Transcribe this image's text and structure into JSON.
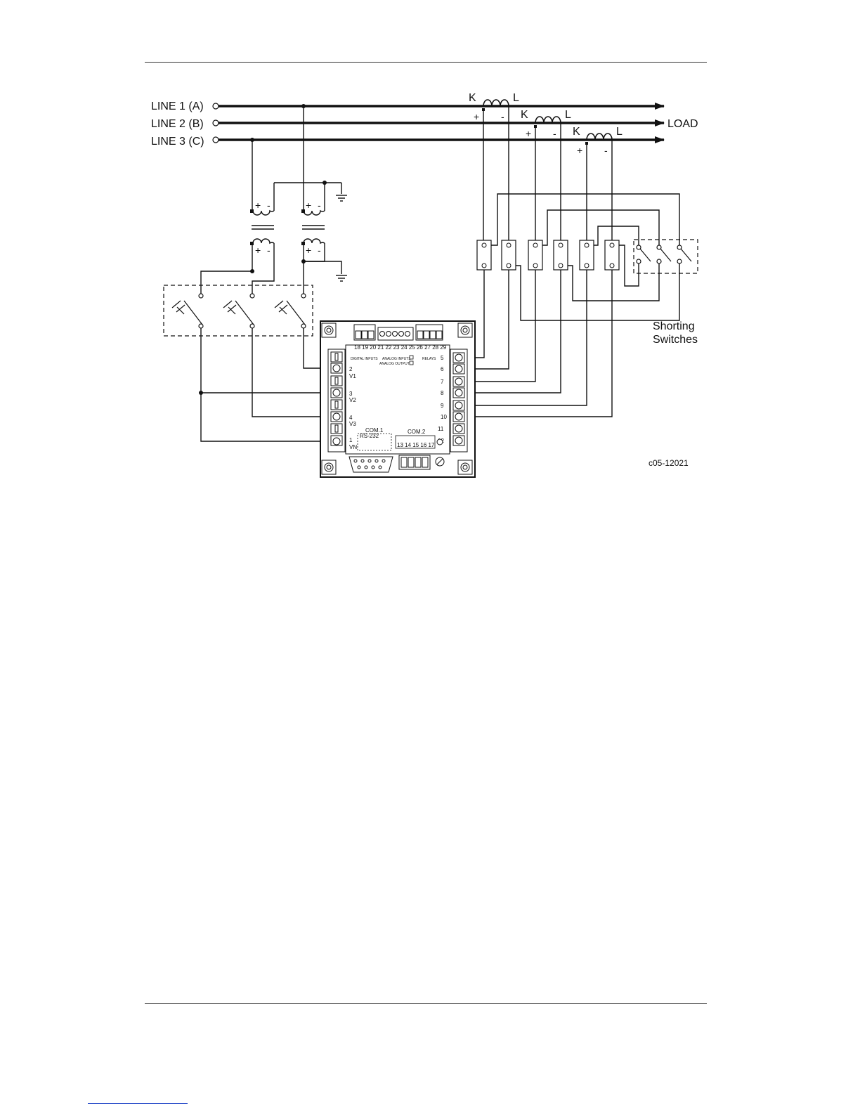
{
  "lines": [
    {
      "label": "LINE 1  (A)"
    },
    {
      "label": "LINE 2  (B)"
    },
    {
      "label": "LINE 3  (C)"
    }
  ],
  "load_label": "LOAD",
  "ct_labels": {
    "k": "K",
    "l": "L",
    "plus": "+",
    "minus": "-"
  },
  "shorting_label_1": "Shorting",
  "shorting_label_2": "Switches",
  "figure_code": "c05-12021",
  "device": {
    "top_pins": "18 19 20  21 22 23 24 25  26 27 28 29",
    "digital_inputs": "DIGITAL INPUTS",
    "analog_inputs": "ANALOG INPUTS",
    "relays": "RELAYS",
    "analog_outputs": "ANALOG OUTPUTS",
    "com1": "COM.1",
    "com1_type": "RS-232",
    "com2": "COM.2",
    "com2_pins": "13 14 15 16 17",
    "left_labels": [
      "2",
      "V1",
      "3",
      "V2",
      "4",
      "V3",
      "1",
      "VN"
    ],
    "right_labels": [
      "5",
      "6",
      "7",
      "8",
      "9",
      "10",
      "11",
      "12"
    ]
  }
}
